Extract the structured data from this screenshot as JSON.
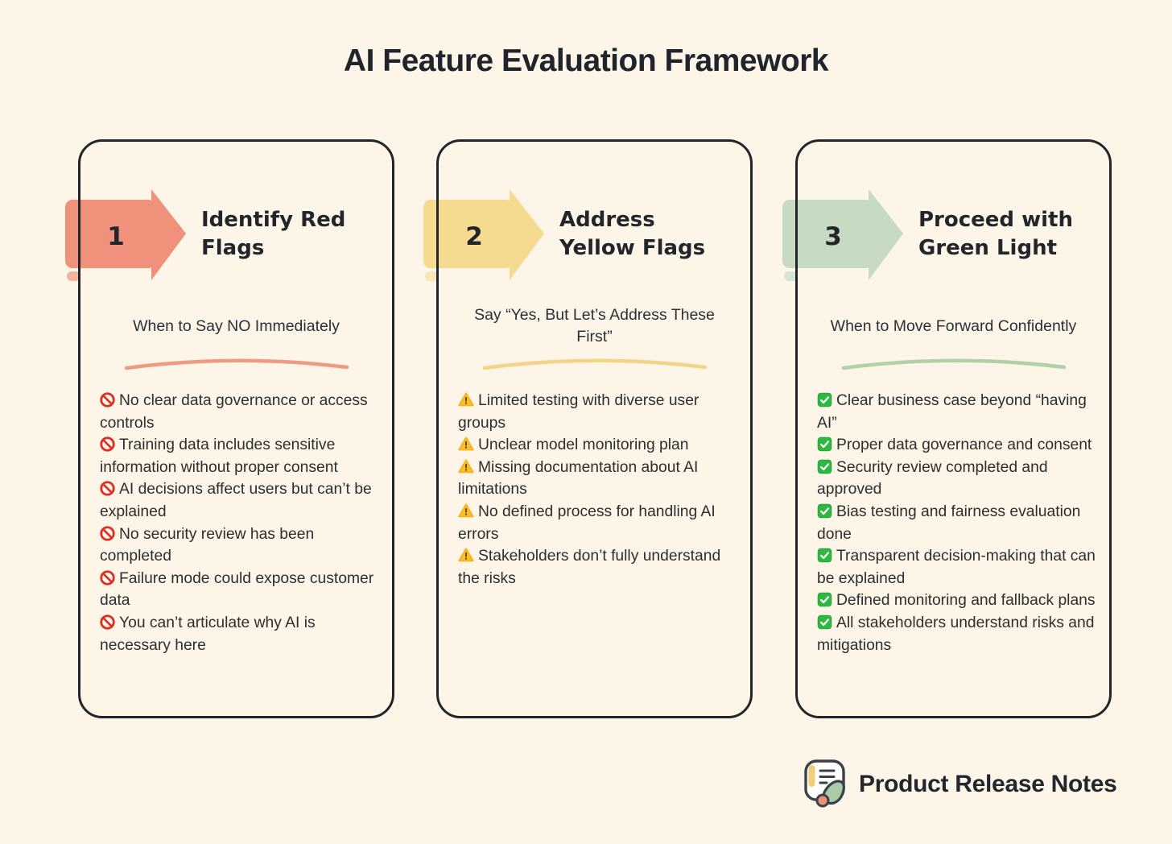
{
  "page_title": "AI Feature Evaluation Framework",
  "colors": {
    "background": "#FCF5E8",
    "card_border": "#22252C",
    "no_entry_red": "#DC3023",
    "warning_yellow": "#FBC02D",
    "check_green": "#2EB841"
  },
  "cards": [
    {
      "number": "1",
      "title": "Identify Red Flags",
      "title_line1": "Identify Red",
      "title_line2": "Flags",
      "subtitle": "When to Say NO Immediately",
      "icon": "no-entry-icon",
      "accent": "#F0917C",
      "accent_light": "#F5B09E",
      "swoosh": "#EE9B83",
      "items": [
        "No clear data governance or access controls",
        "Training data includes sensitive information without proper consent",
        "AI decisions affect users but can’t be explained",
        "No security review has been completed",
        "Failure mode could expose customer data",
        "You can’t articulate why AI is necessary here"
      ]
    },
    {
      "number": "2",
      "title": "Address Yellow Flags",
      "title_line1": "Address",
      "title_line2": "Yellow Flags",
      "subtitle": "Say “Yes, But Let’s Address These First”",
      "icon": "warning-icon",
      "accent": "#F5DB8F",
      "accent_light": "#F8E7B4",
      "swoosh": "#F3D588",
      "items": [
        "Limited testing with diverse user groups",
        "Unclear model monitoring plan",
        "Missing documentation about AI limitations",
        "No defined process for handling AI errors",
        "Stakeholders don’t fully understand the risks"
      ]
    },
    {
      "number": "3",
      "title": "Proceed with Green Light",
      "title_line1": "Proceed with",
      "title_line2": "Green Light",
      "subtitle": "When to Move Forward Confidently",
      "icon": "check-icon",
      "accent": "#C7DAC2",
      "accent_light": "#D8E5D3",
      "swoosh": "#B2D0A9",
      "items": [
        "Clear business case beyond “having AI”",
        "Proper data governance and consent",
        "Security review completed and approved",
        "Bias testing and fairness evaluation done",
        "Transparent decision-making that can be explained",
        "Defined monitoring and fallback plans",
        "All stakeholders understand risks and mitigations"
      ]
    }
  ],
  "footer": {
    "brand": "Product Release Notes"
  }
}
